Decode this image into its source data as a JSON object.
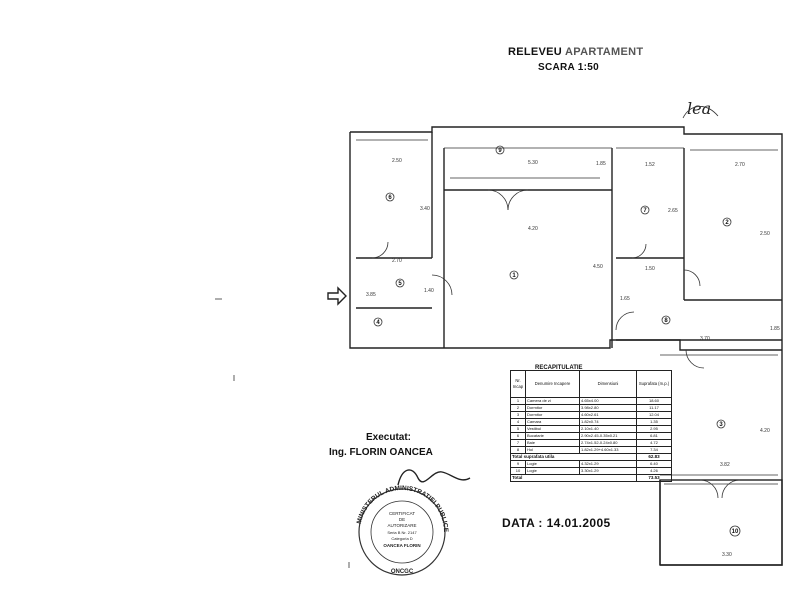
{
  "header": {
    "title_a": "RELEVEU",
    "title_b": "APARTAMENT",
    "scale": "SCARA 1:50",
    "signature_mark": "lea"
  },
  "rooms": [
    {
      "id": "1",
      "label": "1"
    },
    {
      "id": "2",
      "label": "2"
    },
    {
      "id": "3",
      "label": "3"
    },
    {
      "id": "4",
      "label": "4"
    },
    {
      "id": "5",
      "label": "5"
    },
    {
      "id": "6",
      "label": "6"
    },
    {
      "id": "7",
      "label": "7"
    },
    {
      "id": "8",
      "label": "8"
    },
    {
      "id": "9",
      "label": "9"
    },
    {
      "id": "10",
      "label": "10"
    }
  ],
  "dimensions": {
    "d_530": "5.30",
    "d_420": "4.20",
    "d_450": "4.50",
    "d_185": "1.85",
    "d_152": "1.52",
    "d_265": "2.65",
    "d_270": "2.70",
    "d_250": "2.50",
    "d_250b": "2.50",
    "d_340": "3.40",
    "d_420b": "4.20",
    "d_382": "3.82",
    "d_185b": "1.85",
    "d_330": "3.30",
    "d_150": "1.50",
    "d_140": "1.40",
    "d_370": "3.70",
    "d_270b": "2.70",
    "d_385": "3.85",
    "d_165": "1.65"
  },
  "recap": {
    "title": "RECAPITULATIE",
    "headers": {
      "nr": "Nr. Incap",
      "name": "Denumire Incapere",
      "dims": "Dimensiuni",
      "area": "Suprafata (m.p.)"
    },
    "rows": [
      {
        "nr": "1",
        "dims": "4.65x4.00",
        "area": "18.60",
        "name": "Camera de zi"
      },
      {
        "nr": "2",
        "dims": "3.98x2.80",
        "area": "11.17",
        "name": "Dormitor"
      },
      {
        "nr": "3",
        "dims": "4.60x2.61",
        "area": "12.04",
        "name": "Dormitor"
      },
      {
        "nr": "4",
        "dims": "1.82x0.74",
        "area": "1.35",
        "name": "Camara"
      },
      {
        "nr": "5",
        "dims": "2.10x1.40",
        "area": "2.95",
        "name": "Vestibul"
      },
      {
        "nr": "6",
        "dims": "2.90x2.45-0.35x0.21",
        "area": "6.81",
        "name": "Bucatarie"
      },
      {
        "nr": "7",
        "dims": "2.74x1.52-0.24x0.80",
        "area": "4.72",
        "name": "Baie"
      },
      {
        "nr": "8",
        "dims": "1.82x1.29+4.60x1.33",
        "area": "7.34",
        "name": "Hol"
      }
    ],
    "total_usable_label": "Total suprafata utila",
    "total_usable_value": "62.83",
    "extra_rows": [
      {
        "nr": "9",
        "name": "Logie",
        "dims": "4.32x1.29",
        "area": "6.40"
      },
      {
        "nr": "10",
        "name": "Logie",
        "dims": "3.30x1.29",
        "area": "4.26"
      }
    ],
    "total_label": "Total",
    "total_value": "73.53"
  },
  "signature": {
    "executed_label": "Executat:",
    "engineer": "Ing. FLORIN OANCEA"
  },
  "stamp": {
    "outer_text": "MINISTERUL ADMINISTRATIEI PUBLICE",
    "line1": "CERTIFICAT",
    "line2": "DE",
    "line3": "AUTORIZARE",
    "line4": "Seria B Nr. 2147",
    "line5": "Categoria D",
    "line6": "OANCEA FLORIN",
    "bottom": "ONCGC"
  },
  "footer": {
    "date": "DATA : 14.01.2005"
  },
  "colors": {
    "ink": "#222222",
    "paper": "#ffffff"
  }
}
